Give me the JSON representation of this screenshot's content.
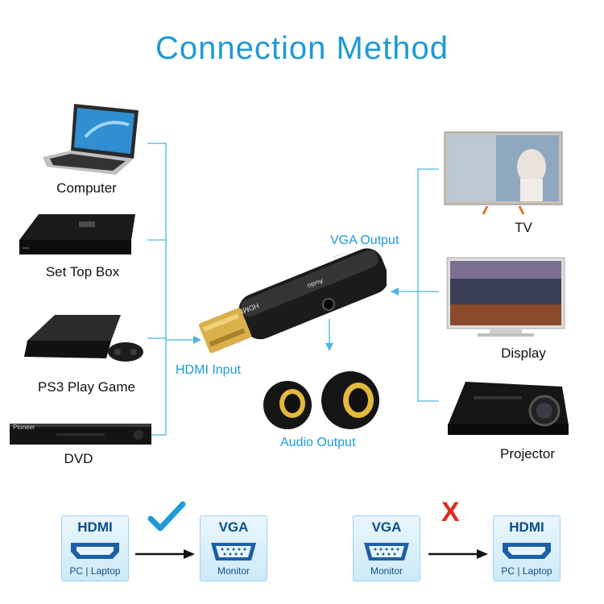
{
  "title": "Connection Method",
  "sources": [
    {
      "label": "Computer"
    },
    {
      "label": "Set Top Box"
    },
    {
      "label": "PS3 Play Game"
    },
    {
      "label": "DVD"
    }
  ],
  "outputs": [
    {
      "label": "TV"
    },
    {
      "label": "Display"
    },
    {
      "label": "Projector"
    }
  ],
  "connector_labels": {
    "hdmi_input": "HDMI Input",
    "vga_output": "VGA Output",
    "audio_output": "Audio Output"
  },
  "adapter": {
    "hdmi_mark": "HDMI",
    "vga_mark": "VGA",
    "audio_mark": "Audio"
  },
  "box_brands": {
    "dvd": "Pioneer"
  },
  "compatibility": {
    "left": {
      "from_title": "HDMI",
      "from_sub": "PC | Laptop",
      "to_title": "VGA",
      "to_sub": "Monitor",
      "status": "check"
    },
    "right": {
      "from_title": "VGA",
      "from_sub": "Monitor",
      "to_title": "HDMI",
      "to_sub": "PC | Laptop",
      "status": "X"
    }
  },
  "colors": {
    "accent": "#1e9ad6",
    "check": "#1e9ad6",
    "cross": "#e12a1f",
    "connector": "#d9b04a"
  }
}
